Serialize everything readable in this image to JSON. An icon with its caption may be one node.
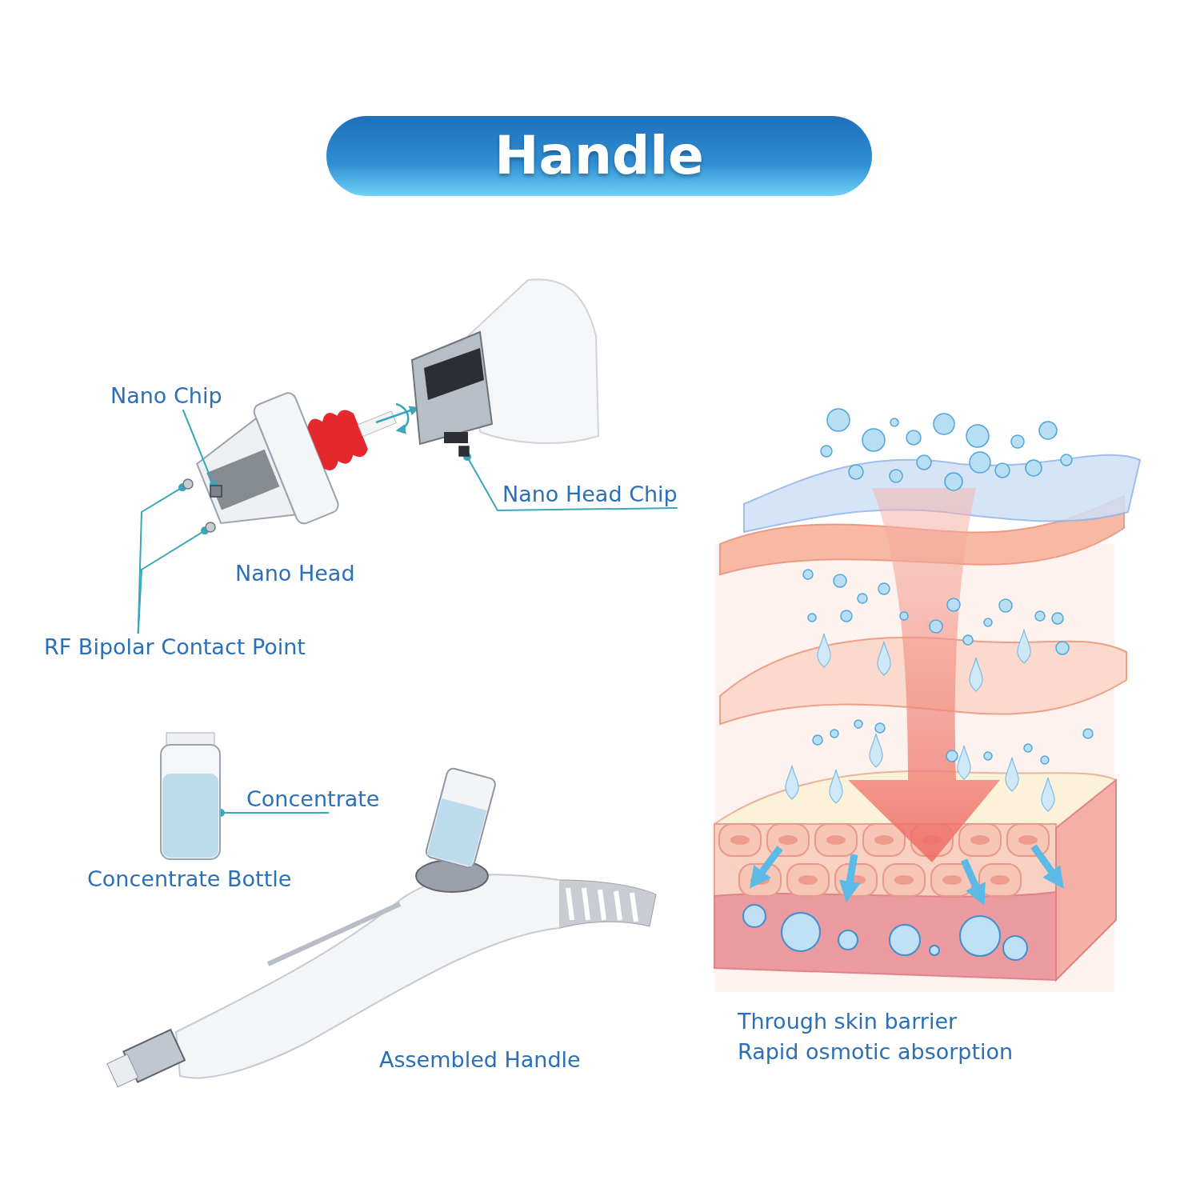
{
  "diagram": {
    "title": "Handle",
    "nodes": [
      {
        "text": [
          "Nano Chip"
        ]
      },
      {
        "text": [],
        "shape": "box"
      },
      {
        "text": [
          "Nano Head Chip"
        ]
      },
      {
        "text": [],
        "shape": "box"
      },
      {
        "text": [
          "RF Bipolar Contact Point"
        ]
      },
      {
        "text": [],
        "shape": "circle"
      },
      {
        "text": [],
        "shape": "circle"
      },
      {
        "text": [
          "Concentrate"
        ]
      },
      {
        "text": [],
        "shape": "picture",
        "beside": [
          "Concentrate Bottle"
        ]
      }
    ],
    "edges": [
      {
        "from": 0,
        "to": 1,
        "arrow": "other"
      },
      {
        "from": 2,
        "to": 3,
        "arrow": "other"
      },
      {
        "from": 4,
        "to": 5,
        "arrow": "other"
      },
      {
        "from": 4,
        "to": 6,
        "arrow": "other"
      },
      {
        "from": 7,
        "to": 8,
        "arrow": "other"
      }
    ],
    "labels": [
      "Nano Head",
      "Assembled Handle",
      "Through skin barrier",
      "Rapid osmotic absorption"
    ]
  }
}
